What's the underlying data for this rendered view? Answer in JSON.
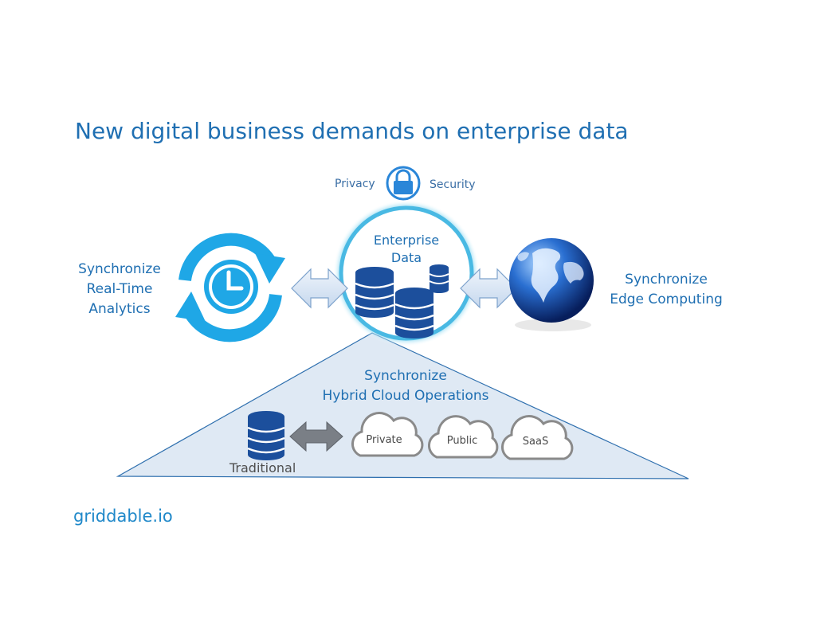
{
  "title": "New digital business demands on enterprise data",
  "top": {
    "privacy": "Privacy",
    "security": "Security"
  },
  "center": {
    "line1": "Enterprise",
    "line2": "Data"
  },
  "left": {
    "line1": "Synchronize",
    "line2": "Real-Time",
    "line3": "Analytics"
  },
  "right": {
    "line1": "Synchronize",
    "line2": "Edge Computing"
  },
  "bottom": {
    "line1": "Synchronize",
    "line2": "Hybrid Cloud Operations"
  },
  "clouds": {
    "private": "Private",
    "public": "Public",
    "saas": "SaaS"
  },
  "traditional": "Traditional",
  "footer": "griddable.io",
  "colors": {
    "title": "#1f6fb2",
    "db": "#1c4f9c",
    "cloud_outline": "#8a8a8a",
    "triangle_fill": "#dde9f5",
    "clock": "#1fa7e6"
  },
  "icons": [
    "lock-icon",
    "clock-sync-icon",
    "globe-icon",
    "database-icon",
    "cloud-icon",
    "double-arrow-icon"
  ]
}
